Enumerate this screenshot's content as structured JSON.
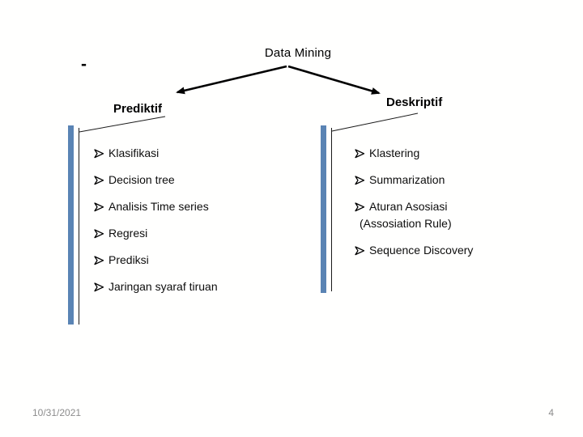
{
  "diagram": {
    "root": "Data Mining",
    "branches": [
      {
        "label": "Prediktif",
        "items": [
          "Klasifikasi",
          "Decision tree",
          "Analisis Time series",
          "Regresi",
          "Prediksi",
          "Jaringan syaraf tiruan"
        ]
      },
      {
        "label": "Deskriptif",
        "items": [
          "Klastering",
          "Summarization",
          "Aturan Asosiasi\n(Assosiation Rule)",
          "Sequence Discovery"
        ]
      }
    ]
  },
  "decor": {
    "dash": "-"
  },
  "icons": {
    "list_bullet": "➢"
  },
  "colors": {
    "accent_bar": "#5a84b4",
    "text": "#000000",
    "footer": "#8c8c8c"
  },
  "footer": {
    "date": "10/31/2021",
    "page_number": "4"
  }
}
